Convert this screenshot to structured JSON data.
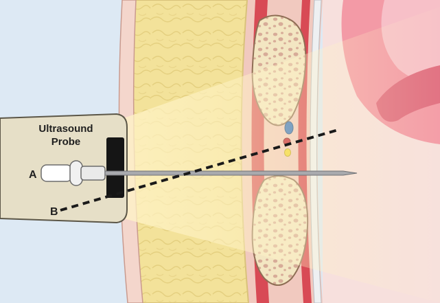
{
  "diagram": {
    "probe_label_line1": "Ultrasound",
    "probe_label_line2": "Probe",
    "label_a": "A",
    "label_b": "B"
  },
  "colors": {
    "background": "#dde9f4",
    "probe_body": "#e6dfc7",
    "probe_face": "#151515",
    "fat_layer": "#f3e29a",
    "skin": "#f4d6cc",
    "muscle": "#d84a55",
    "bone": "#f3e6c2",
    "bone_pores": "#d7ab98",
    "cavity": "#f7e0dd",
    "organ": "#f39aa6",
    "needle": "#a9aaae",
    "vein": "#2f6fc0",
    "artery": "#c2182b",
    "nerve": "#f1d52d",
    "trajectory": "#1a1a1a"
  }
}
